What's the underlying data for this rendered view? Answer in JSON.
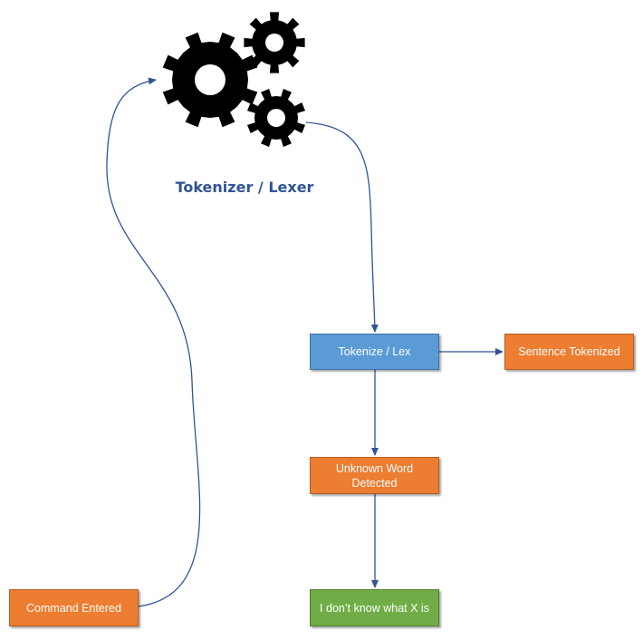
{
  "colors": {
    "arrow": "#2F5496",
    "title": "#2F5496",
    "orange_fill": "#ED7D31",
    "blue_fill": "#5B9BD5",
    "green_fill": "#70AD47",
    "gear": "#000000"
  },
  "icon": "gears-icon",
  "title": "Tokenizer / Lexer",
  "nodes": {
    "tokenize": "Tokenize / Lex",
    "sentence_tokenized": "Sentence Tokenized",
    "unknown_word": "Unknown Word\nDetected",
    "command_entered": "Command Entered",
    "dont_know": "I don’t know what X is"
  }
}
